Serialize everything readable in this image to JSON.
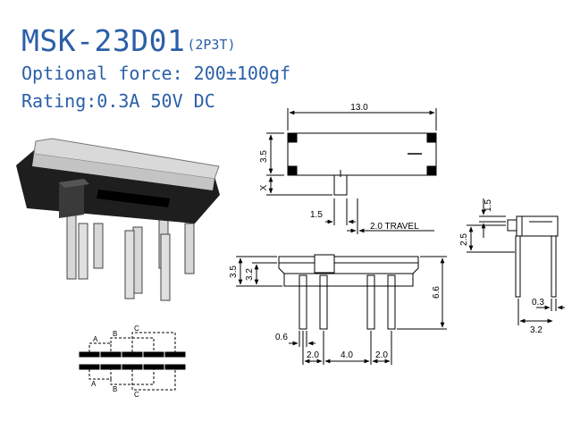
{
  "header": {
    "model": "MSK-23D01",
    "model_suffix": "(2P3T)",
    "force_line": "Optional force: 200±100gf",
    "rating_line": "Rating:0.3A  50V  DC"
  },
  "dimensions": {
    "top_width": "13.0",
    "top_height": "3.5",
    "x_mark": "X",
    "actuator_width": "1.5",
    "travel": "2.0 TRAVEL",
    "front_body_height": "3.5",
    "front_inner_height": "3.2",
    "pin_length": "6.6",
    "pin_width": "0.6",
    "pitch_left": "2.0",
    "pitch_center": "4.0",
    "pitch_right": "2.0",
    "side_top": "1.5",
    "side_height": "2.5",
    "side_pin": "0.3",
    "side_depth": "3.2"
  },
  "schematic": {
    "labels": [
      "A",
      "B",
      "C",
      "A",
      "B",
      "C"
    ]
  },
  "colors": {
    "title_blue": "#2b5fa8",
    "line": "#000000"
  }
}
